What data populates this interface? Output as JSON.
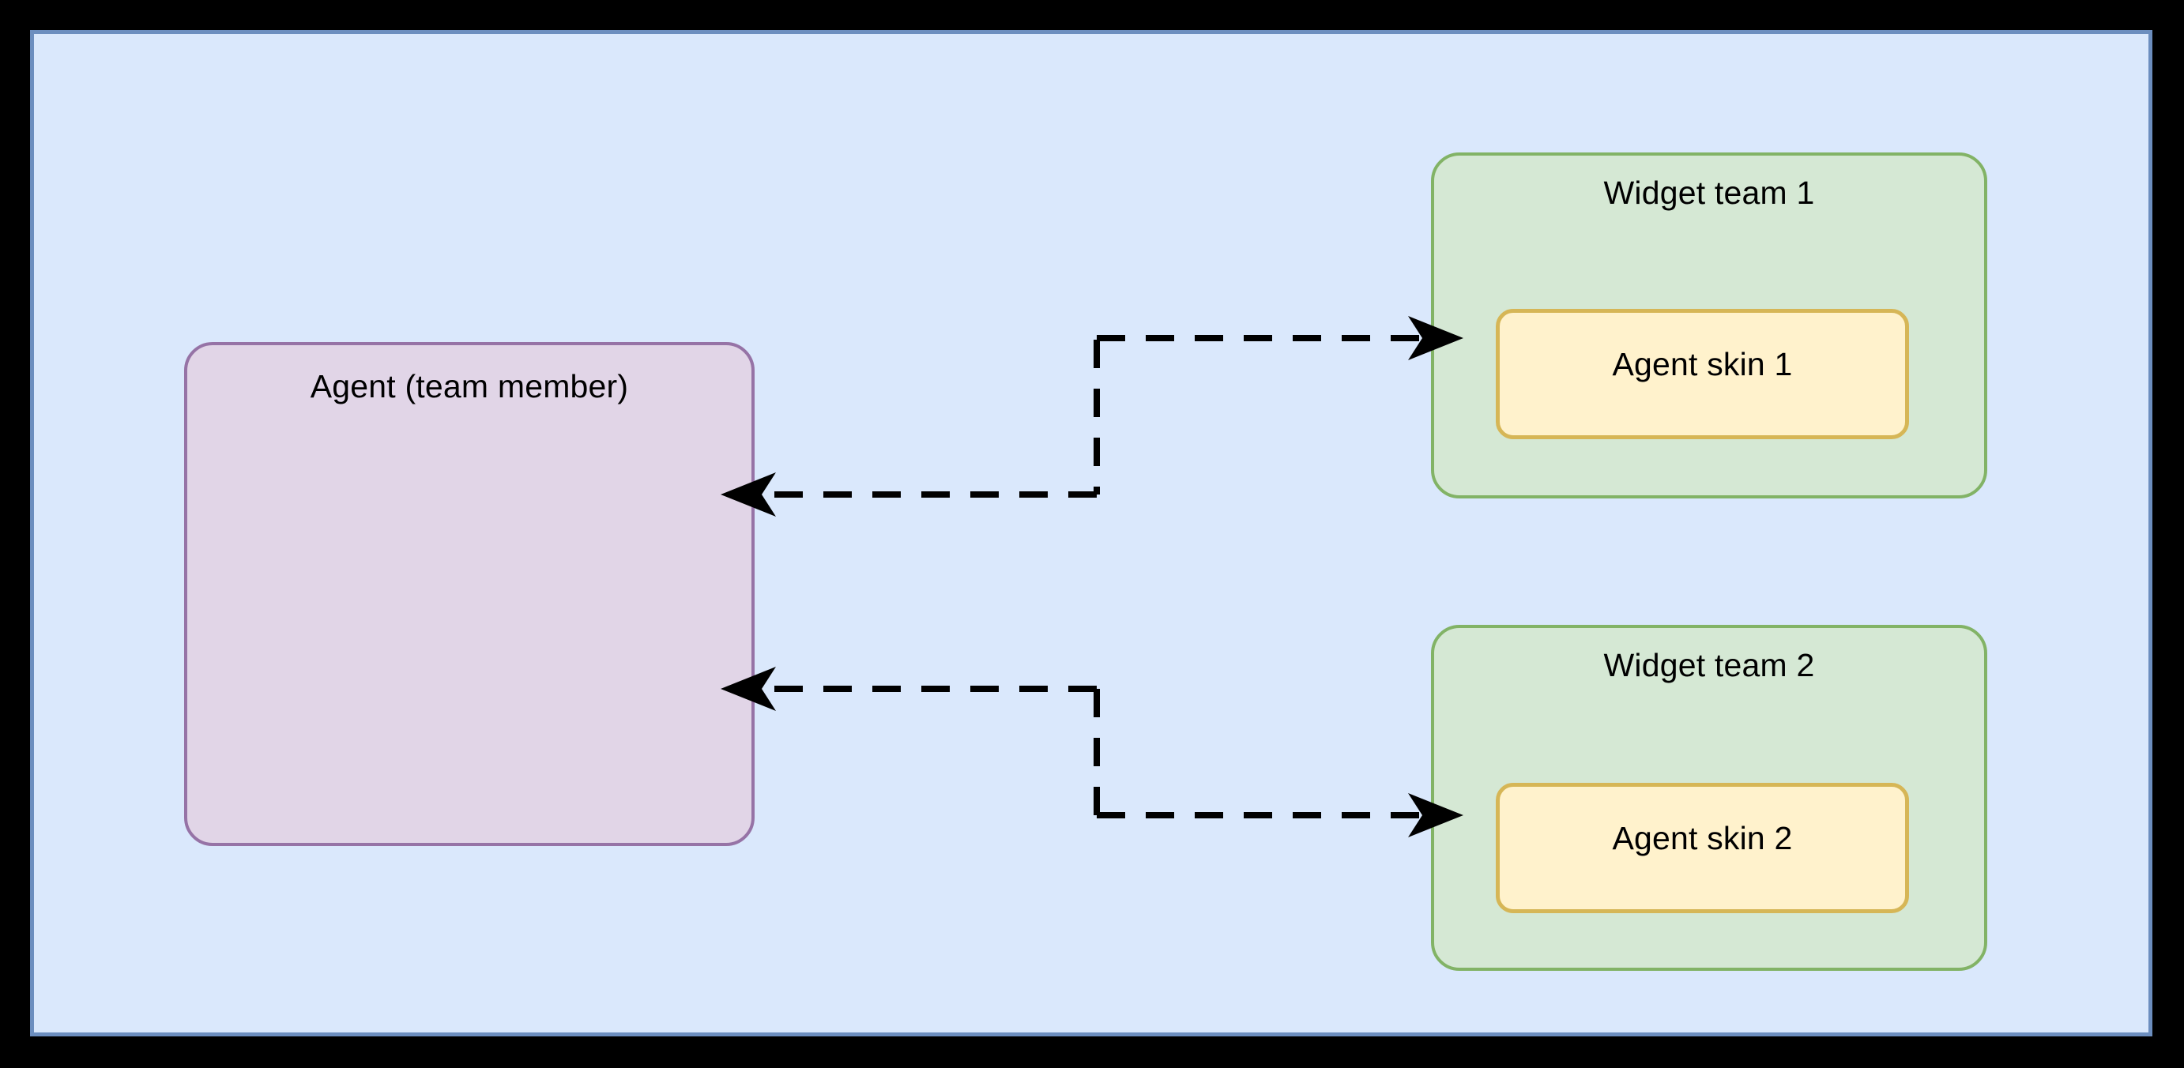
{
  "canvas": {
    "background_color": "#dae8fc",
    "border_color": "#6c8ebf",
    "outer_color": "#000000"
  },
  "nodes": {
    "agent": {
      "label": "Agent (team member)",
      "fill_color": "#e1d5e7",
      "border_color": "#9673a6"
    },
    "team1": {
      "label": "Widget team 1",
      "fill_color": "#d5e8d4",
      "border_color": "#82b366"
    },
    "team2": {
      "label": "Widget team 2",
      "fill_color": "#d5e8d4",
      "border_color": "#82b366"
    },
    "skin1": {
      "label": "Agent skin 1",
      "fill_color": "#fff2cc",
      "border_color": "#d6b656"
    },
    "skin2": {
      "label": "Agent skin 2",
      "fill_color": "#fff2cc",
      "border_color": "#d6b656"
    }
  },
  "edges": [
    {
      "name": "agent-to-skin1",
      "from": "agent",
      "to": "skin1",
      "style": "dashed",
      "arrow": "right",
      "label": ""
    },
    {
      "name": "skin1-to-agent",
      "from": "skin1",
      "to": "agent",
      "style": "dashed",
      "arrow": "left",
      "label": ""
    },
    {
      "name": "skin2-to-agent",
      "from": "skin2",
      "to": "agent",
      "style": "dashed",
      "arrow": "left",
      "label": ""
    },
    {
      "name": "agent-to-skin2",
      "from": "agent",
      "to": "skin2",
      "style": "dashed",
      "arrow": "right",
      "label": ""
    }
  ]
}
